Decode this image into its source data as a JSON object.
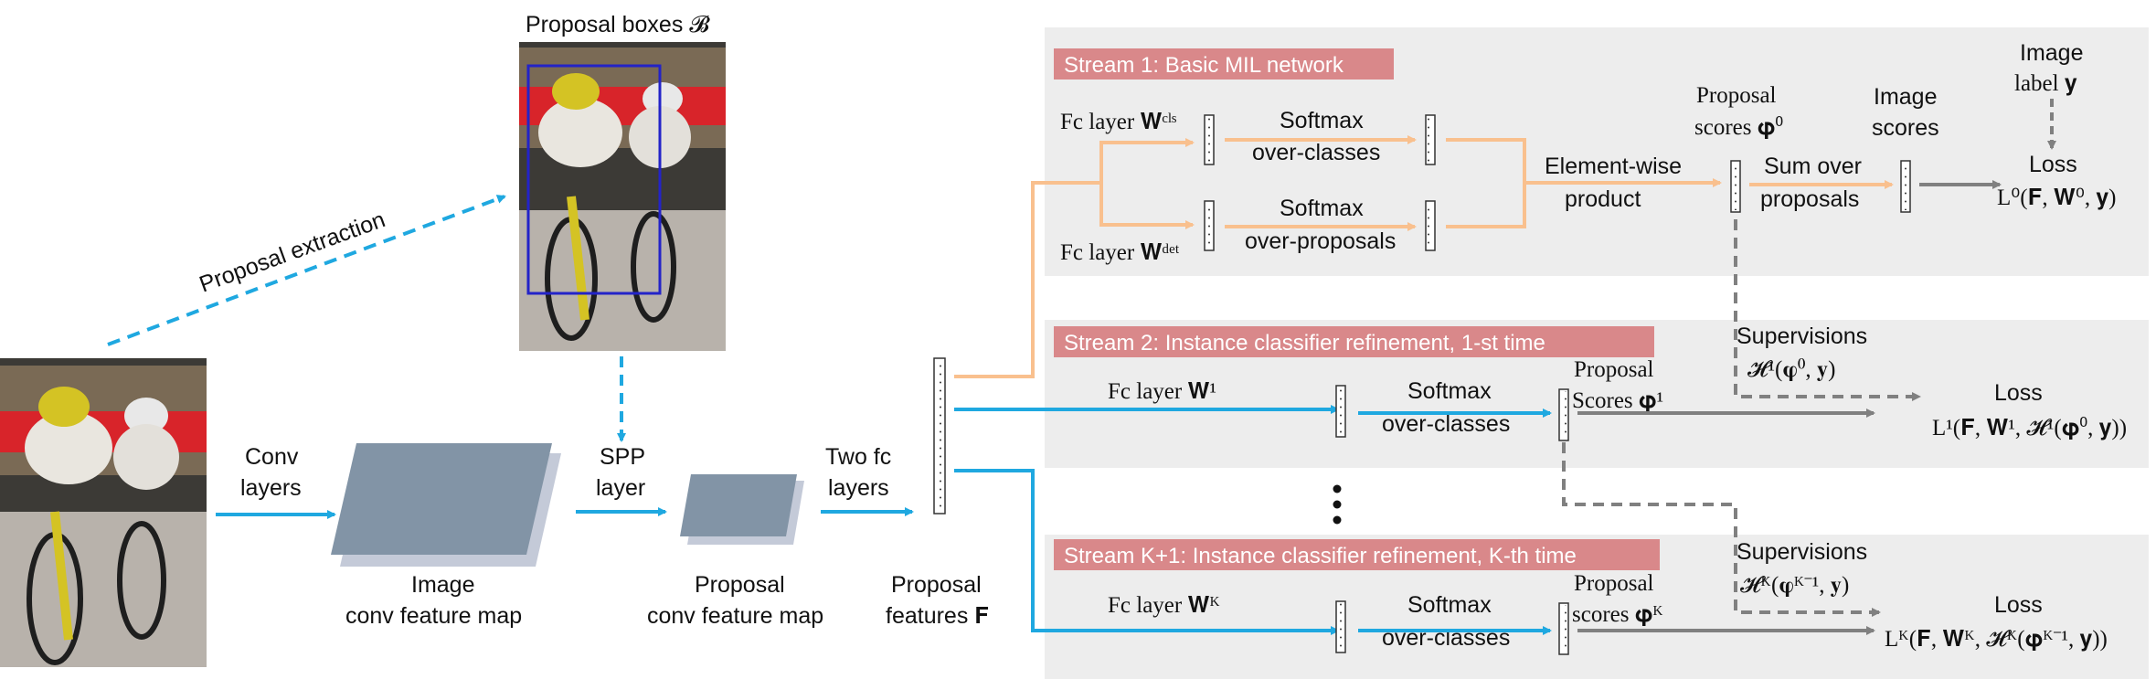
{
  "proposal_boxes_title": "Proposal boxes 𝓑",
  "proposal_extraction": "Proposal extraction",
  "conv_layers": [
    "Conv",
    "layers"
  ],
  "spp_layer": [
    "SPP",
    "layer"
  ],
  "two_fc_layers": [
    "Two fc",
    "layers"
  ],
  "image_conv_feature_map": [
    "Image",
    "conv feature map"
  ],
  "proposal_conv_feature_map": [
    "Proposal",
    "conv feature map"
  ],
  "proposal_features": [
    "Proposal",
    "features 𝐅"
  ],
  "streams": {
    "s1": {
      "tag": "Stream 1: Basic MIL network",
      "fc_cls": "Fc layer  𝐖ᶜˡˢ",
      "fc_det": "Fc layer  𝐖ᵈᵉᵗ",
      "softmax_classes": [
        "Softmax",
        "over-classes"
      ],
      "softmax_proposals": [
        "Softmax",
        "over-proposals"
      ],
      "element_wise": [
        "Element-wise",
        "product"
      ],
      "proposal_scores": [
        "Proposal",
        "scores 𝛗⁰"
      ],
      "sum_over": [
        "Sum over",
        "proposals"
      ],
      "image_scores": [
        "Image",
        "scores"
      ],
      "image_label": [
        "Image",
        "label 𝐲"
      ],
      "loss": [
        "Loss",
        "L⁰(𝐅, 𝐖⁰, 𝐲)"
      ]
    },
    "s2": {
      "tag": "Stream 2: Instance classifier refinement, 1-st time",
      "fc": "Fc layer  𝐖¹",
      "softmax": [
        "Softmax",
        "over-classes"
      ],
      "proposal_scores": [
        "Proposal",
        "Scores 𝛗¹"
      ],
      "supervisions": [
        "Supervisions",
        "𝓗¹(𝛗⁰, 𝐲)"
      ],
      "loss": [
        "Loss",
        "L¹(𝐅, 𝐖¹, 𝓗¹(𝛗⁰, 𝐲))"
      ]
    },
    "sk": {
      "tag": "Stream K+1: Instance classifier refinement, K-th time",
      "fc": "Fc layer  𝐖ᴷ",
      "softmax": [
        "Softmax",
        "over-classes"
      ],
      "proposal_scores": [
        "Proposal",
        "scores 𝛗ᴷ"
      ],
      "supervisions": [
        "Supervisions",
        "𝓗ᴷ(𝛗ᴷ⁻¹, 𝐲)"
      ],
      "loss": [
        "Loss",
        "Lᴷ(𝐅, 𝐖ᴷ, 𝓗ᴷ(𝛗ᴷ⁻¹, 𝐲))"
      ]
    }
  },
  "colors": {
    "blue": "#1fa8e0",
    "orange": "#f9c08e",
    "gray": "#808080",
    "panel": "#ededed",
    "tag": "#d9888a",
    "feature_map": "#8294a6",
    "feature_map_shadow": "#c4cad8",
    "box": "#2323c8"
  }
}
